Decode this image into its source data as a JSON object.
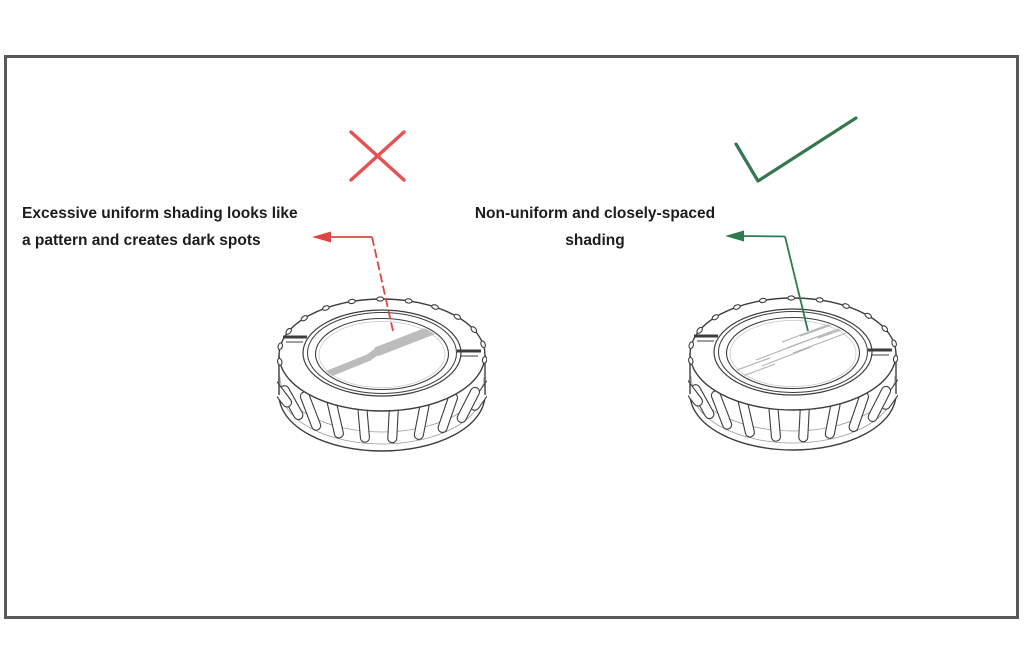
{
  "figure": {
    "left": {
      "mark": "cross",
      "label_lines": [
        "Excessive uniform shading looks like",
        "a pattern and creates dark spots"
      ],
      "shading_style": "excessive-uniform-band"
    },
    "right": {
      "mark": "check",
      "label_lines": [
        "Non-uniform and closely-spaced",
        "shading"
      ],
      "shading_style": "non-uniform-hatch"
    }
  },
  "colors": {
    "cross": "#e65151",
    "check": "#35784f",
    "arrow_left": "#e04545",
    "arrow_right": "#2f7a4e",
    "line": "#3d3d3d",
    "faint": "#9b9b9b",
    "shade_band": "#bcbcbc",
    "shade_hatch": "#b4b4b4",
    "frame_border": "#59595c",
    "text": "#1c1c1c"
  }
}
